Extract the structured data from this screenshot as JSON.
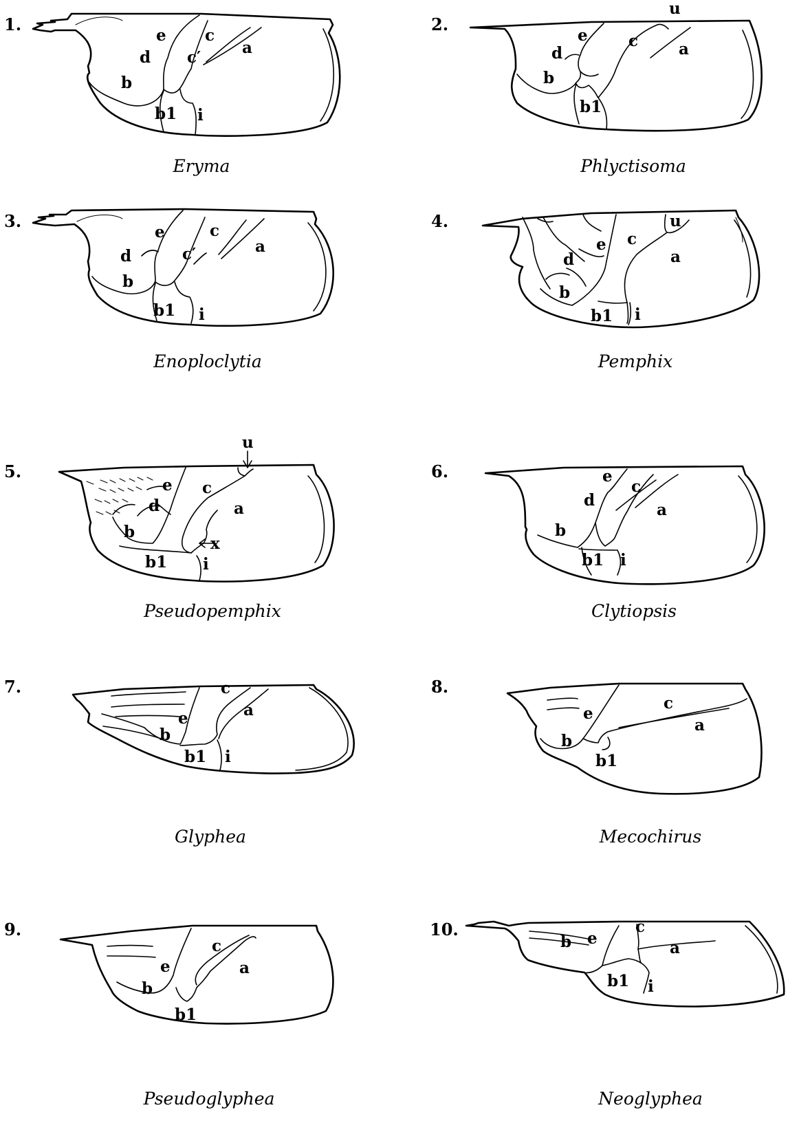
{
  "figures": [
    {
      "number": "1.",
      "caption": "Eryma",
      "labels": {
        "e": "e",
        "d": "d",
        "c": "c",
        "cp": "c′",
        "a": "a",
        "b": "b",
        "b1": "b1",
        "i": "i"
      }
    },
    {
      "number": "2.",
      "caption": "Phlyctisoma",
      "labels": {
        "u": "u",
        "e": "e",
        "d": "d",
        "c": "c",
        "a": "a",
        "b": "b",
        "b1": "b1"
      }
    },
    {
      "number": "3.",
      "caption": "Enoploclytia",
      "labels": {
        "e": "e",
        "d": "d",
        "c": "c",
        "cp": "c′",
        "a": "a",
        "b": "b",
        "b1": "b1",
        "i": "i"
      }
    },
    {
      "number": "4.",
      "caption": "Pemphix",
      "labels": {
        "u": "u",
        "e": "e",
        "c": "c",
        "d": "d",
        "a": "a",
        "b": "b",
        "b1": "b1",
        "i": "i"
      }
    },
    {
      "number": "5.",
      "caption": "Pseudopemphix",
      "labels": {
        "u": "u",
        "e": "e",
        "c": "c",
        "d": "d",
        "a": "a",
        "b": "b",
        "x": "x",
        "b1": "b1",
        "i": "i"
      }
    },
    {
      "number": "6.",
      "caption": "Clytiopsis",
      "labels": {
        "e": "e",
        "d": "d",
        "c": "c",
        "a": "a",
        "b": "b",
        "b1": "b1",
        "i": "i"
      }
    },
    {
      "number": "7.",
      "caption": "Glyphea",
      "labels": {
        "c": "c",
        "a": "a",
        "e": "e",
        "b": "b",
        "b1": "b1",
        "i": "i"
      }
    },
    {
      "number": "8.",
      "caption": "Mecochirus",
      "labels": {
        "e": "e",
        "c": "c",
        "a": "a",
        "b": "b",
        "b1": "b1"
      }
    },
    {
      "number": "9.",
      "caption": "Pseudoglyphea",
      "labels": {
        "c": "c",
        "e": "e",
        "a": "a",
        "b": "b",
        "b1": "b1"
      }
    },
    {
      "number": "10.",
      "caption": "Neoglyphea",
      "labels": {
        "c": "c",
        "b": "b",
        "e": "e",
        "a": "a",
        "b1": "b1",
        "i": "i"
      }
    }
  ]
}
